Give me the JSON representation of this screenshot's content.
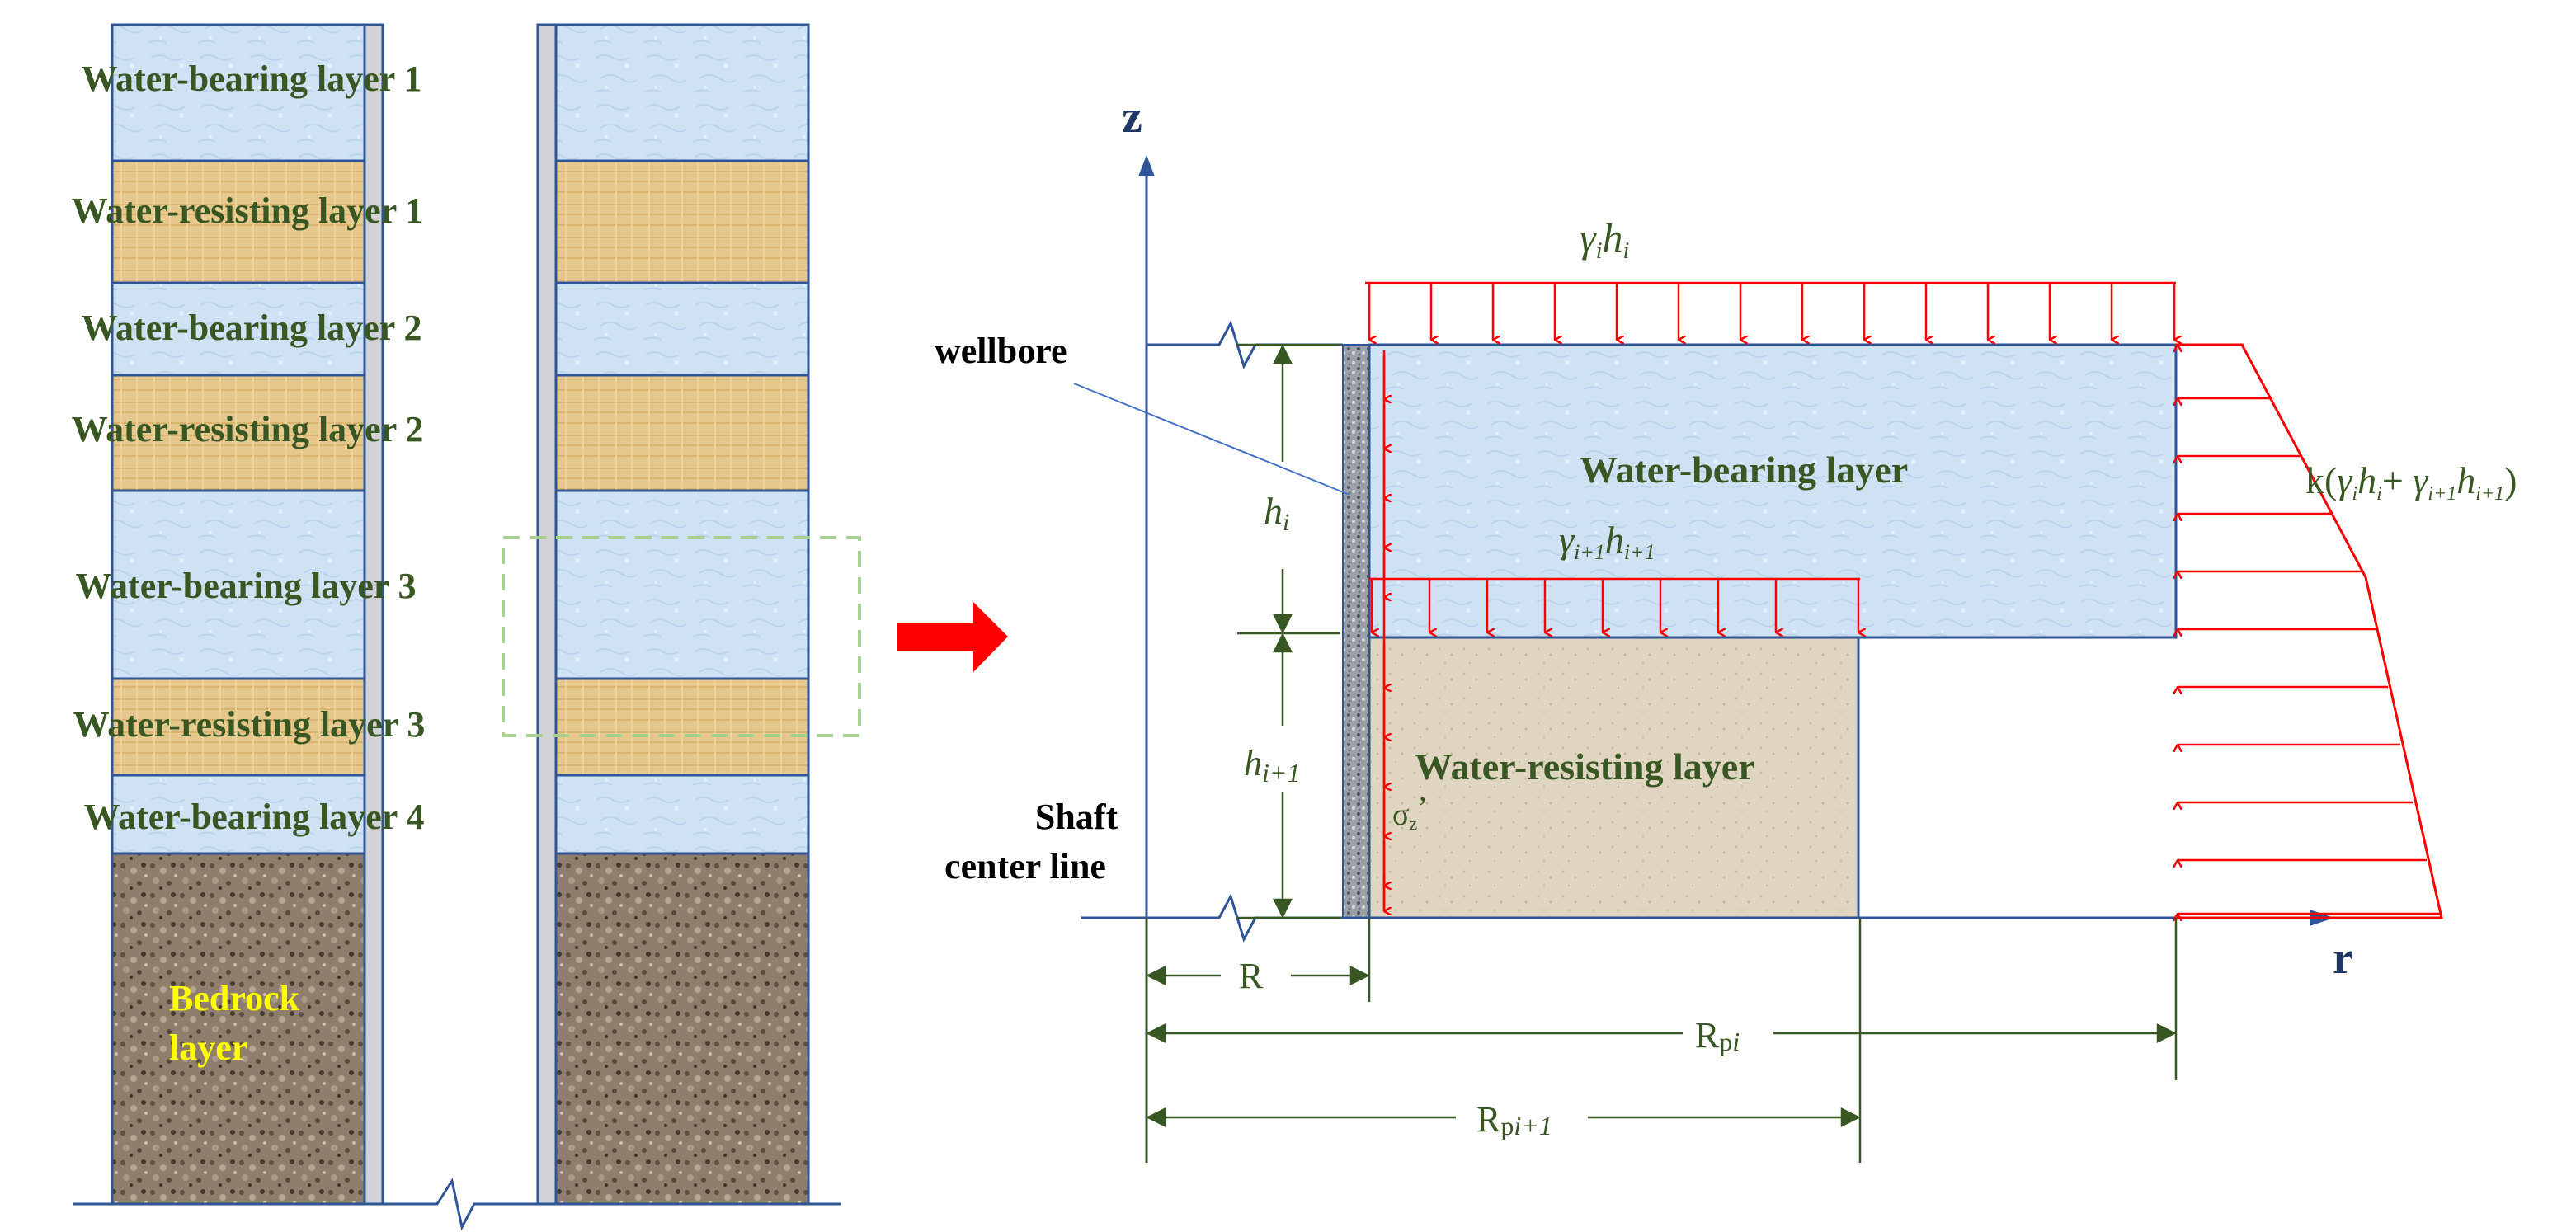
{
  "left_column_labels": [
    "Water-bearing layer 1",
    "Water-resisting layer 1",
    "Water-bearing layer 2",
    "Water-resisting layer 2",
    "Water-bearing layer 3",
    "Water-resisting layer 3",
    "Water-bearing layer 4"
  ],
  "bedrock_label": [
    "Bedrock",
    "layer"
  ],
  "axis_z": "z",
  "axis_r": "r",
  "wellbore_label": "wellbore",
  "shaft_label": [
    "Shaft",
    "center line"
  ],
  "upper_layer_label": "Water-bearing layer",
  "lower_layer_label": "Water-resisting layer",
  "top_load": {
    "gamma": "γ",
    "sub": "i",
    "h": "h",
    "hsub": "i"
  },
  "mid_load": {
    "gamma": "γ",
    "sub": "i+1",
    "h": "h",
    "hsub": "i+1"
  },
  "lateral_load": {
    "prefix": "k(",
    "g1": "γ",
    "s1": "i",
    "h1": "h",
    "hs1": "i",
    "plus": "+ ",
    "g2": "γ",
    "s2": "i+1",
    "h2": "h",
    "hs2": "i+1",
    "suffix": ")"
  },
  "sigma_label": {
    "base": "σ",
    "sub": "z",
    "prime": "’"
  },
  "dim_hi": {
    "h": "h",
    "sub": "i"
  },
  "dim_hi1": {
    "h": "h",
    "sub": "i+1"
  },
  "dim_R": "R",
  "dim_Rpi": {
    "base": "R",
    "p": "p",
    "i": "i"
  },
  "dim_Rpi1": {
    "base": "R",
    "p": "p",
    "i": "i+1"
  },
  "colors": {
    "water_bearing": "#cfe2f3",
    "water_resisting": "#e8c98a",
    "bedrock": "#8a7a68",
    "label_green": "#385723",
    "bedrock_text": "#ffff00",
    "load_red": "#ff0000",
    "frame_blue": "#2f5597",
    "dimension_green": "#385723"
  }
}
